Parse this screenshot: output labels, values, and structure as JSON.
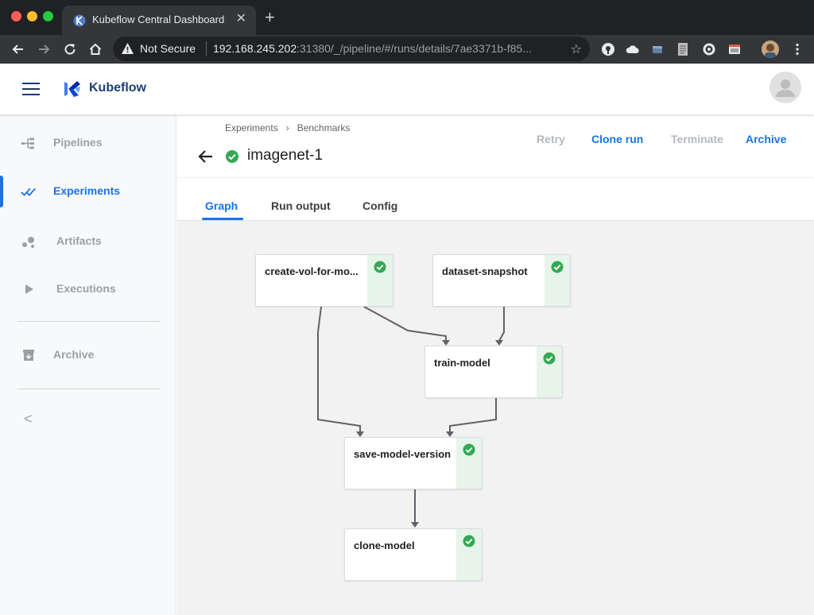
{
  "browser": {
    "tab_title": "Kubeflow Central Dashboard",
    "tab_close": "✕",
    "new_tab": "+",
    "security_label": "Not Secure",
    "url_host": "192.168.245.202",
    "url_path": ":31380/_/pipeline/#/runs/details/7ae3371b-f85..."
  },
  "app": {
    "brand": "Kubeflow"
  },
  "sidebar": {
    "items": [
      {
        "label": "Pipelines",
        "icon": "pipelines-icon"
      },
      {
        "label": "Experiments",
        "icon": "experiments-icon",
        "active": true
      },
      {
        "label": "Artifacts",
        "icon": "artifacts-icon"
      },
      {
        "label": "Executions",
        "icon": "play-icon"
      },
      {
        "label": "Archive",
        "icon": "archive-icon"
      }
    ],
    "collapse_glyph": "<"
  },
  "header": {
    "breadcrumb": [
      "Experiments",
      "Benchmarks"
    ],
    "breadcrumb_sep": "›",
    "run_title": "imagenet-1",
    "actions": {
      "retry": "Retry",
      "clone_run": "Clone run",
      "terminate": "Terminate",
      "archive": "Archive"
    }
  },
  "tabs": [
    {
      "label": "Graph",
      "active": true
    },
    {
      "label": "Run output"
    },
    {
      "label": "Config"
    }
  ],
  "graph": {
    "nodes": [
      {
        "id": "create",
        "name": "create-vol-for-mo...",
        "status": "succeeded"
      },
      {
        "id": "dataset",
        "name": "dataset-snapshot",
        "status": "succeeded"
      },
      {
        "id": "train",
        "name": "train-model",
        "status": "succeeded"
      },
      {
        "id": "save",
        "name": "save-model-version",
        "status": "succeeded"
      },
      {
        "id": "clone",
        "name": "clone-model",
        "status": "succeeded"
      }
    ],
    "edges": [
      [
        "create",
        "train"
      ],
      [
        "dataset",
        "train"
      ],
      [
        "create",
        "save"
      ],
      [
        "train",
        "save"
      ],
      [
        "save",
        "clone"
      ]
    ]
  },
  "colors": {
    "accent": "#1a73e8",
    "success": "#34a853",
    "brand": "#1a3f7a"
  }
}
